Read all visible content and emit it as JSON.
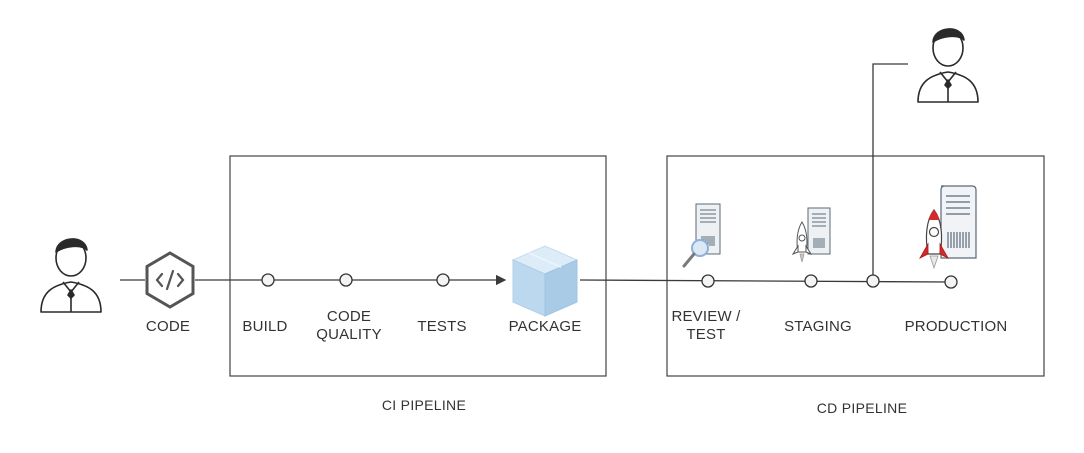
{
  "stages": {
    "code": "CODE",
    "build": "BUILD",
    "code_quality": [
      "CODE",
      "QUALITY"
    ],
    "tests": "TESTS",
    "package": "PACKAGE",
    "review_test": [
      "REVIEW /",
      "TEST"
    ],
    "staging": "STAGING",
    "production": "PRODUCTION"
  },
  "pipelines": {
    "ci": "CI PIPELINE",
    "cd": "CD PIPELINE"
  },
  "colors": {
    "line": "#3a3a3a",
    "code_icon": "#555555",
    "package_cube": "#bcd8ee",
    "server": "#5a6a7a",
    "rocket_flame": "#d42a2a",
    "magnifier": "#8fb0d8"
  },
  "icons": {
    "developer": "person-icon",
    "code": "code-hexagon-icon",
    "package": "cube-icon",
    "review": "server-magnifier-icon",
    "staging": "server-rocket-icon",
    "production": "server-rocket-large-icon",
    "approver": "person-icon"
  }
}
